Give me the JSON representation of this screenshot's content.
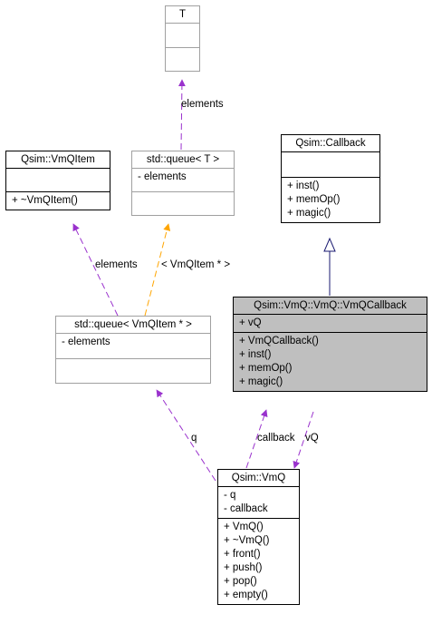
{
  "classes": {
    "T": {
      "title": "T",
      "attributes": [],
      "methods": []
    },
    "queueT": {
      "title": "std::queue< T >",
      "attributes": [
        "- elements"
      ],
      "methods": []
    },
    "vmqitem": {
      "title": "Qsim::VmQItem",
      "attributes": [],
      "methods": [
        "+ ~VmQItem()"
      ]
    },
    "callback": {
      "title": "Qsim::Callback",
      "attributes": [],
      "methods": [
        "+ inst()",
        "+ memOp()",
        "+ magic()"
      ]
    },
    "queueVmq": {
      "title": "std::queue< VmQItem * >",
      "attributes": [
        "- elements"
      ],
      "methods": []
    },
    "vmqcallback": {
      "title": "Qsim::VmQ::VmQ::VmQCallback",
      "attributes": [
        "+ vQ"
      ],
      "methods": [
        "+ VmQCallback()",
        "+ inst()",
        "+ memOp()",
        "+ magic()"
      ]
    },
    "vmq": {
      "title": "Qsim::VmQ",
      "attributes": [
        "- q",
        "- callback"
      ],
      "methods": [
        "+ VmQ()",
        "+ ~VmQ()",
        "+ front()",
        "+ push()",
        "+ pop()",
        "+ empty()"
      ]
    }
  },
  "edge_labels": {
    "t_elements": "elements",
    "vmqitem_elements": "elements",
    "template_arg": "< VmQItem * >",
    "q": "q",
    "callback": "callback",
    "vq": "vQ"
  },
  "colors": {
    "composition": "#9a32cd",
    "template": "#ffa500",
    "inheritance": "#191970",
    "focus_fill": "#bfbfbf"
  }
}
